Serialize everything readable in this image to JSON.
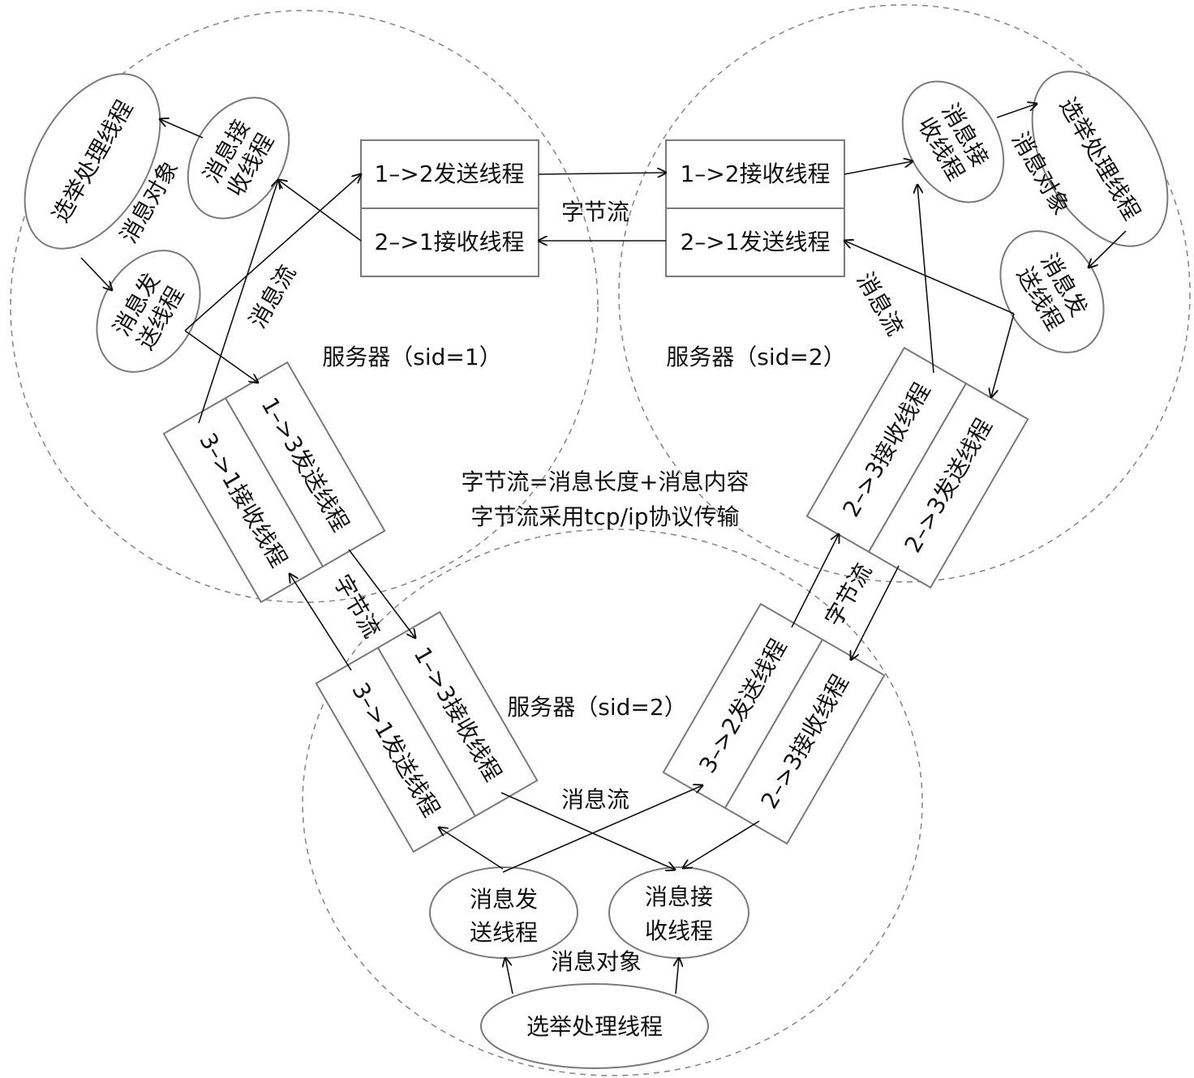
{
  "servers": {
    "s1": {
      "title": "服务器（sid=1）",
      "send_1_2": "1–>2发送线程",
      "recv_2_1": "2–>1接收线程",
      "send_1_3": "1–>3发送线程",
      "recv_3_1": "3–>1接收线程",
      "election": "选举处理线程",
      "msg_recv_l1": "消息接",
      "msg_recv_l2": "收线程",
      "msg_send_l1": "消息发",
      "msg_send_l2": "送线程",
      "msg_obj": "消息对象",
      "msg_flow": "消息流"
    },
    "s2": {
      "title": "服务器（sid=2）",
      "recv_1_2": "1–>2接收线程",
      "send_2_1": "2–>1发送线程",
      "recv_2_3_top": "2–>3接收线程",
      "send_2_3": "2–>3发送线程",
      "election": "选举处理线程",
      "msg_recv_l1": "消息接",
      "msg_recv_l2": "收线程",
      "msg_send_l1": "消息发",
      "msg_send_l2": "送线程",
      "msg_obj": "消息对象",
      "msg_flow": "消息流"
    },
    "s3": {
      "title": "服务器（sid=2）",
      "recv_1_3": "1–>3接收线程",
      "send_3_1": "3–>1发送线程",
      "send_3_2": "3–>2发送线程",
      "recv_2_3": "2–>3接收线程",
      "election": "选举处理线程",
      "msg_send_l1": "消息发",
      "msg_send_l2": "送线程",
      "msg_recv_l1": "消息接",
      "msg_recv_l2": "收线程",
      "msg_obj": "消息对象",
      "msg_flow": "消息流"
    }
  },
  "byte_stream_labels": {
    "top": "字节流",
    "left": "字节流",
    "right": "字节流"
  },
  "note": {
    "line1": "字节流=消息长度+消息内容",
    "line2": "字节流采用tcp/ip协议传输"
  }
}
